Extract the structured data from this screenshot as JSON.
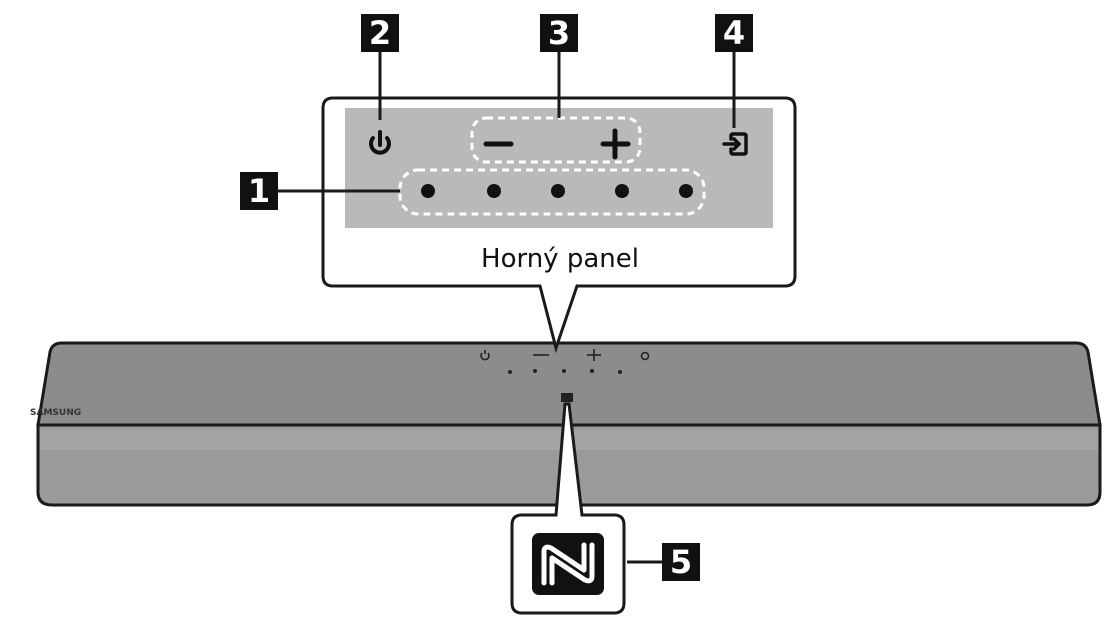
{
  "callouts": {
    "one": "1",
    "two": "2",
    "three": "3",
    "four": "4",
    "five": "5"
  },
  "panel": {
    "caption": "Horný panel"
  },
  "soundbar": {
    "brand": "SAMSUNG"
  },
  "colors": {
    "panel_gray": "#b9b9b9",
    "bar_top": "#8c8c8c",
    "bar_front": "#9a9a9a",
    "outline": "#1a1a1a",
    "callout_bg": "#111111"
  },
  "icons": [
    "power-icon",
    "volume-minus-icon",
    "volume-plus-icon",
    "input-source-icon",
    "nfc-icon",
    "touch-dot-icon"
  ]
}
